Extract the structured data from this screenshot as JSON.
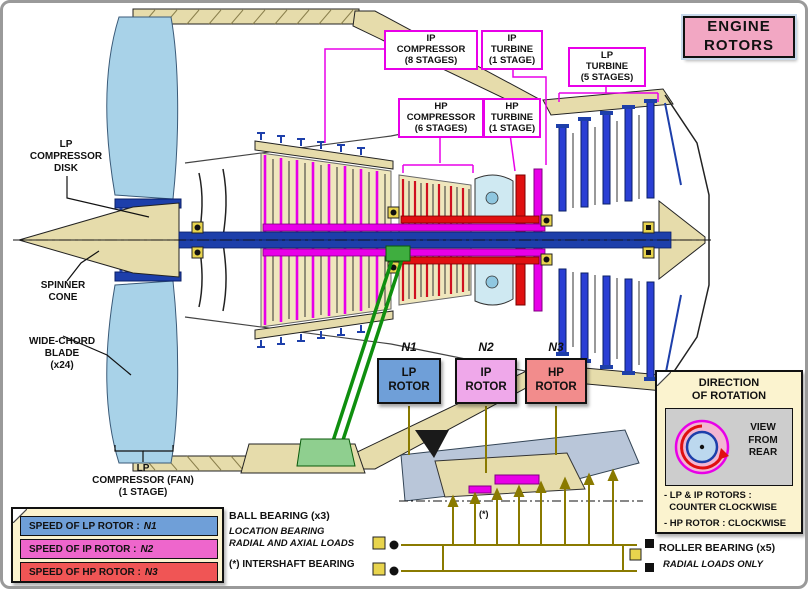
{
  "colors": {
    "lp_blue": "#1d3faa",
    "ip_magenta": "#e800e8",
    "hp_red": "#e01010",
    "fan_blue": "#a8d2e8",
    "casing_tan": "#e6dcab",
    "accessory_green": "#0f8f0f",
    "bearing_olive": "#8a7a00",
    "note_cream": "#fbf3cf",
    "title_pink": "#f2a7c3",
    "rotor_n1_blue": "#6f9fd8",
    "rotor_n2_pink": "#efa8ea",
    "rotor_n3_red": "#f28c8c"
  },
  "title_box": {
    "text": "ENGINE\nROTORS"
  },
  "part_labels": {
    "lp_compressor_disk": "LP\nCOMPRESSOR\nDISK",
    "spinner_cone": "SPINNER\nCONE",
    "wide_chord_blade": "WIDE-CHORD\nBLADE\n(x24)",
    "ip_compressor": "IP\nCOMPRESSOR\n(8 STAGES)",
    "ip_turbine": "IP\nTURBINE\n(1 STAGE)",
    "lp_turbine": "LP\nTURBINE\n(5 STAGES)",
    "hp_compressor": "HP\nCOMPRESSOR\n(6 STAGES)",
    "hp_turbine": "HP\nTURBINE\n(1 STAGE)",
    "lp_compressor_fan": "LP\nCOMPRESSOR (FAN)\n(1 STAGE)"
  },
  "rotors": {
    "items": [
      {
        "id": "N1",
        "name": "LP\nROTOR"
      },
      {
        "id": "N2",
        "name": "IP\nROTOR"
      },
      {
        "id": "N3",
        "name": "HP\nROTOR"
      }
    ]
  },
  "speed_legend": {
    "items": [
      {
        "text": "SPEED OF LP ROTOR :",
        "value": "N1"
      },
      {
        "text": "SPEED OF IP ROTOR :",
        "value": "N2"
      },
      {
        "text": "SPEED OF HP ROTOR :",
        "value": "N3"
      }
    ]
  },
  "bearings": {
    "ball_title": "BALL BEARING (x3)",
    "ball_note": "LOCATION BEARING\nRADIAL AND AXIAL LOADS",
    "intershaft": "(*) INTERSHAFT BEARING",
    "intershaft_mark": "(*)",
    "roller_title": "ROLLER BEARING (x5)",
    "roller_note": "RADIAL LOADS ONLY"
  },
  "direction": {
    "title": "DIRECTION\nOF ROTATION",
    "view": "VIEW\nFROM\nREAR",
    "note_lp_ip": "- LP & IP ROTORS :\n  COUNTER CLOCKWISE",
    "note_hp": "- HP ROTOR : CLOCKWISE"
  }
}
